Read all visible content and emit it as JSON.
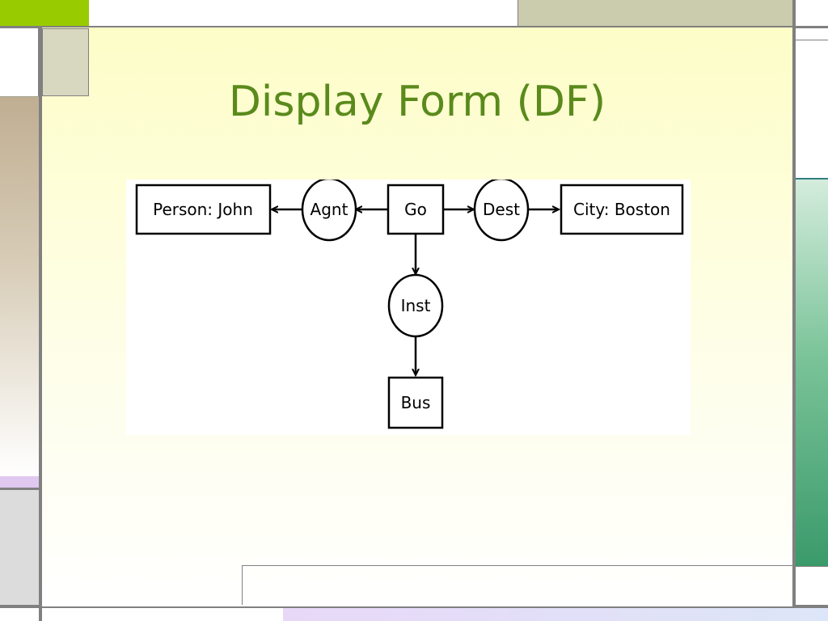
{
  "slide": {
    "title": "Display Form (DF)"
  },
  "diagram": {
    "concepts": [
      "Person: John",
      "Go",
      "City: Boston",
      "Bus"
    ],
    "relations": [
      "Agnt",
      "Dest",
      "Inst"
    ],
    "edges": [
      [
        "Go",
        "Agnt"
      ],
      [
        "Agnt",
        "Person: John"
      ],
      [
        "Go",
        "Dest"
      ],
      [
        "Dest",
        "City: Boston"
      ],
      [
        "Go",
        "Inst"
      ],
      [
        "Inst",
        "Bus"
      ]
    ]
  },
  "colors": {
    "title": "#5a8a1c",
    "accent_green": "#99cc00",
    "frame_gray": "#808080",
    "tan": "#c0ae92",
    "teal": "#3a9a6a",
    "lavender": "#e0c8f0"
  }
}
